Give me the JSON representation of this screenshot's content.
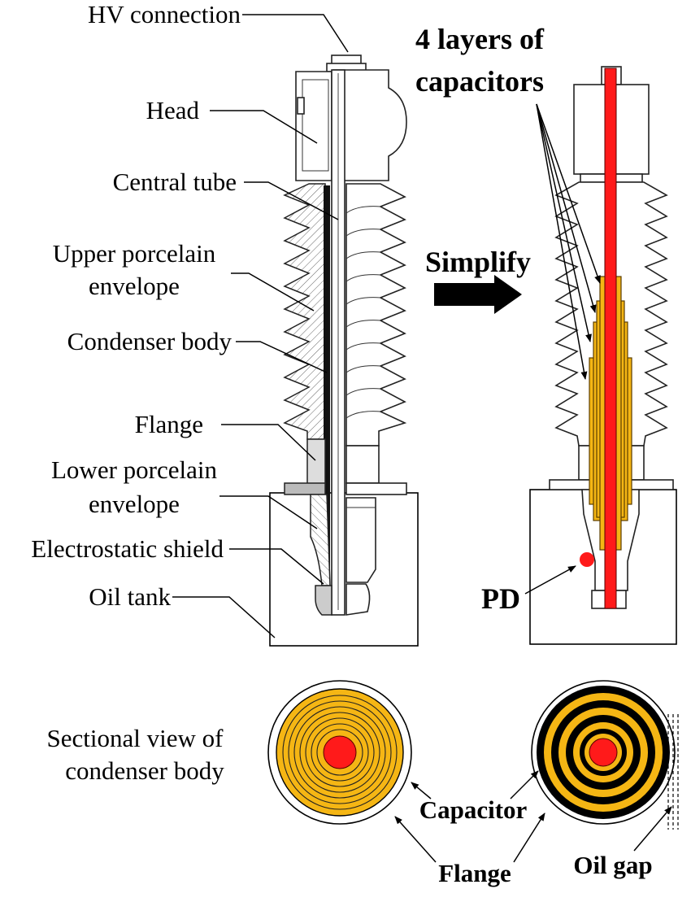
{
  "labels": {
    "hv_connection": "HV connection",
    "head": "Head",
    "central_tube": "Central tube",
    "upper_porcelain_1": "Upper porcelain",
    "upper_porcelain_2": "envelope",
    "condenser_body": "Condenser body",
    "flange": "Flange",
    "lower_porcelain_1": "Lower porcelain",
    "lower_porcelain_2": "envelope",
    "electrostatic_shield": "Electrostatic shield",
    "oil_tank": "Oil tank"
  },
  "simplified": {
    "capacitor_layers_1": "4 layers of",
    "capacitor_layers_2": "capacitors",
    "arrow_label": "Simplify",
    "pd_label": "PD"
  },
  "sectional": {
    "title_1": "Sectional view of",
    "title_2": "condenser body",
    "capacitor": "Capacitor",
    "flange": "Flange",
    "oil_gap": "Oil gap"
  },
  "colors": {
    "conductor": "#ff1a1a",
    "capacitor": "#f5b614",
    "insulation_band": "#000000"
  }
}
